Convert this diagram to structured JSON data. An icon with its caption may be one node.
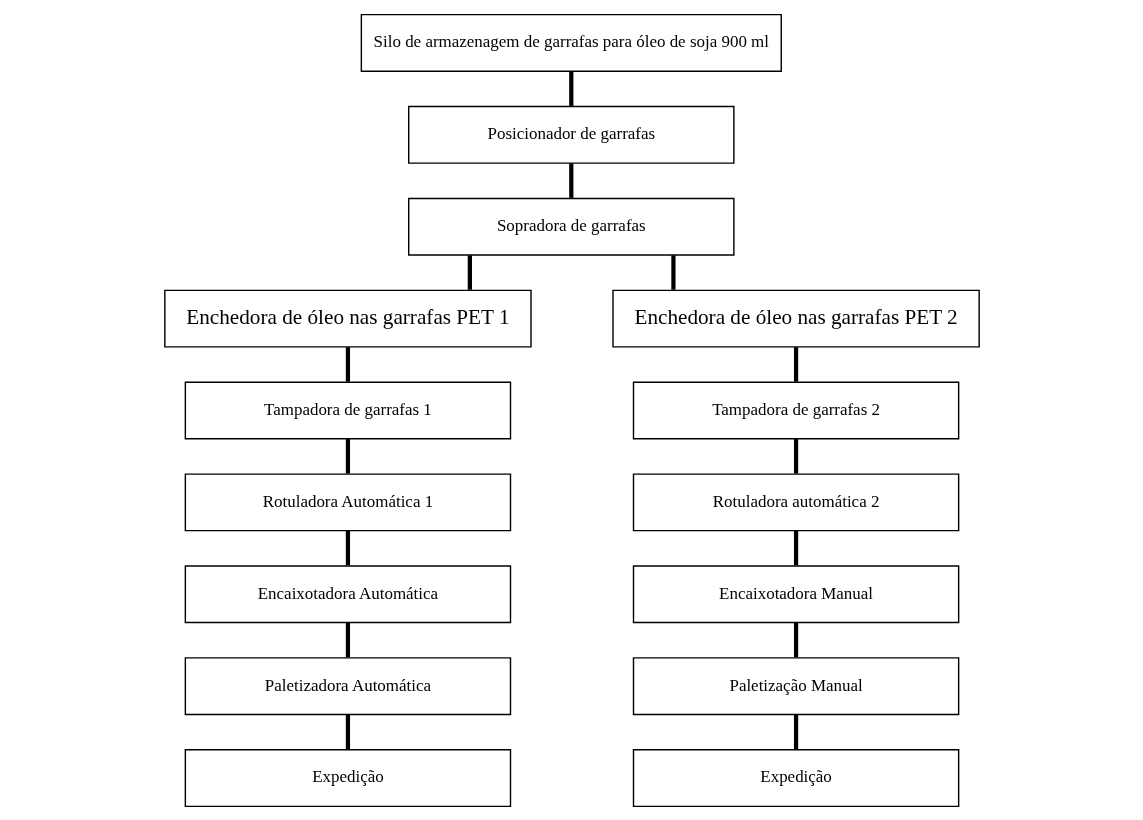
{
  "diagram": {
    "nodes": [
      {
        "text": [
          "Silo de armazenagem de garrafas para óleo de soja 900 ml"
        ]
      },
      {
        "text": [
          "Posicionador de garrafas"
        ]
      },
      {
        "text": [
          "Sopradora de garrafas"
        ]
      },
      {
        "text": [
          "Enchedora de óleo nas garrafas PET 1"
        ]
      },
      {
        "text": [
          "Enchedora de óleo nas garrafas PET 2"
        ]
      },
      {
        "text": [
          "Tampadora de garrafas 1"
        ]
      },
      {
        "text": [
          "Tampadora de garrafas 2"
        ]
      },
      {
        "text": [
          "Rotuladora Automática 1"
        ]
      },
      {
        "text": [
          "Rotuladora automática 2"
        ]
      },
      {
        "text": [
          "Encaixotadora Automática"
        ]
      },
      {
        "text": [
          "Encaixotadora Manual"
        ]
      },
      {
        "text": [
          "Paletizadora Automática"
        ]
      },
      {
        "text": [
          "Paletização Manual"
        ]
      },
      {
        "text": [
          "Expedição"
        ]
      },
      {
        "text": [
          "Expedição"
        ]
      }
    ],
    "edges": [
      {
        "from": 0,
        "to": 1,
        "arrow": "none"
      },
      {
        "from": 1,
        "to": 2,
        "arrow": "none"
      },
      {
        "from": 2,
        "to": 3,
        "arrow": "none"
      },
      {
        "from": 2,
        "to": 4,
        "arrow": "none"
      },
      {
        "from": 3,
        "to": 5,
        "arrow": "none"
      },
      {
        "from": 5,
        "to": 7,
        "arrow": "none"
      },
      {
        "from": 7,
        "to": 9,
        "arrow": "none"
      },
      {
        "from": 9,
        "to": 11,
        "arrow": "none"
      },
      {
        "from": 11,
        "to": 13,
        "arrow": "none"
      },
      {
        "from": 4,
        "to": 6,
        "arrow": "none"
      },
      {
        "from": 6,
        "to": 8,
        "arrow": "none"
      },
      {
        "from": 8,
        "to": 10,
        "arrow": "none"
      },
      {
        "from": 10,
        "to": 12,
        "arrow": "none"
      },
      {
        "from": 12,
        "to": 14,
        "arrow": "none"
      }
    ]
  }
}
